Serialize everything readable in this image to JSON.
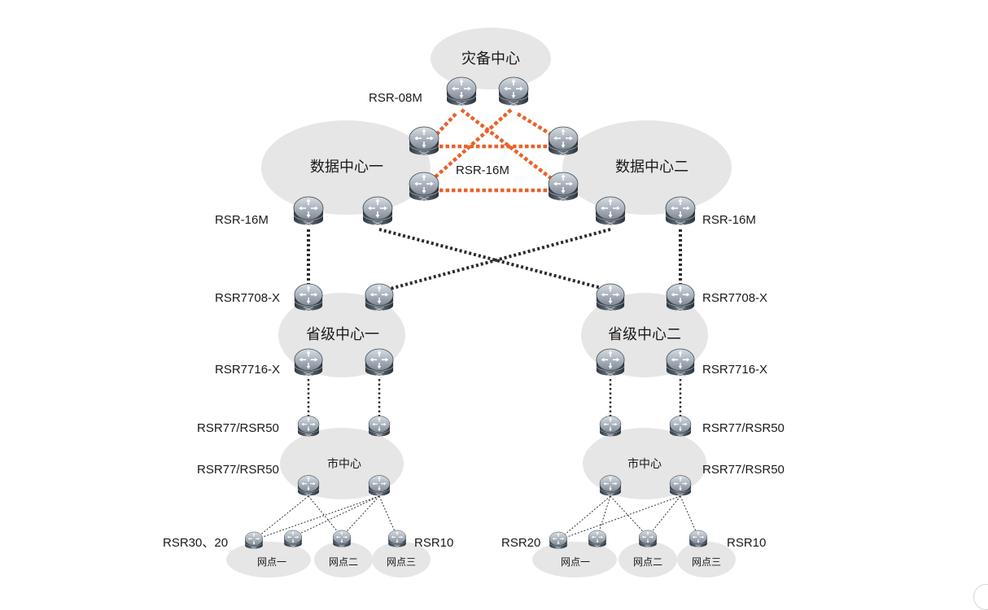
{
  "zones": {
    "disaster_center": "灾备中心",
    "dc1": "数据中心一",
    "dc2": "数据中心二",
    "prov1": "省级中心一",
    "prov2": "省级中心二",
    "city1": "市中心",
    "city2": "市中心",
    "site1_left": "网点一",
    "site2_left": "网点二",
    "site3_left": "网点三",
    "site1_right": "网点一",
    "site2_right": "网点二",
    "site3_right": "网点三"
  },
  "labels": {
    "rsr08m": "RSR-08M",
    "rsr16m_center": "RSR-16M",
    "rsr16m_left": "RSR-16M",
    "rsr16m_right": "RSR-16M",
    "rsr7708x_left": "RSR7708-X",
    "rsr7708x_right": "RSR7708-X",
    "rsr7716x_left": "RSR7716-X",
    "rsr7716x_right": "RSR7716-X",
    "rsr77_top_left": "RSR77/RSR50",
    "rsr77_top_right": "RSR77/RSR50",
    "rsr77_bot_left": "RSR77/RSR50",
    "rsr77_bot_right": "RSR77/RSR50",
    "rsr30_20": "RSR30、20",
    "rsr10_left": "RSR10",
    "rsr20_right": "RSR20",
    "rsr10_right": "RSR10"
  },
  "colors": {
    "zone_fill": "#e6e6e6",
    "backbone_link": "#e8622a",
    "wan_link": "#2b2b2b",
    "router_body": "#5a6470"
  },
  "icons": {
    "router": "router-icon"
  }
}
